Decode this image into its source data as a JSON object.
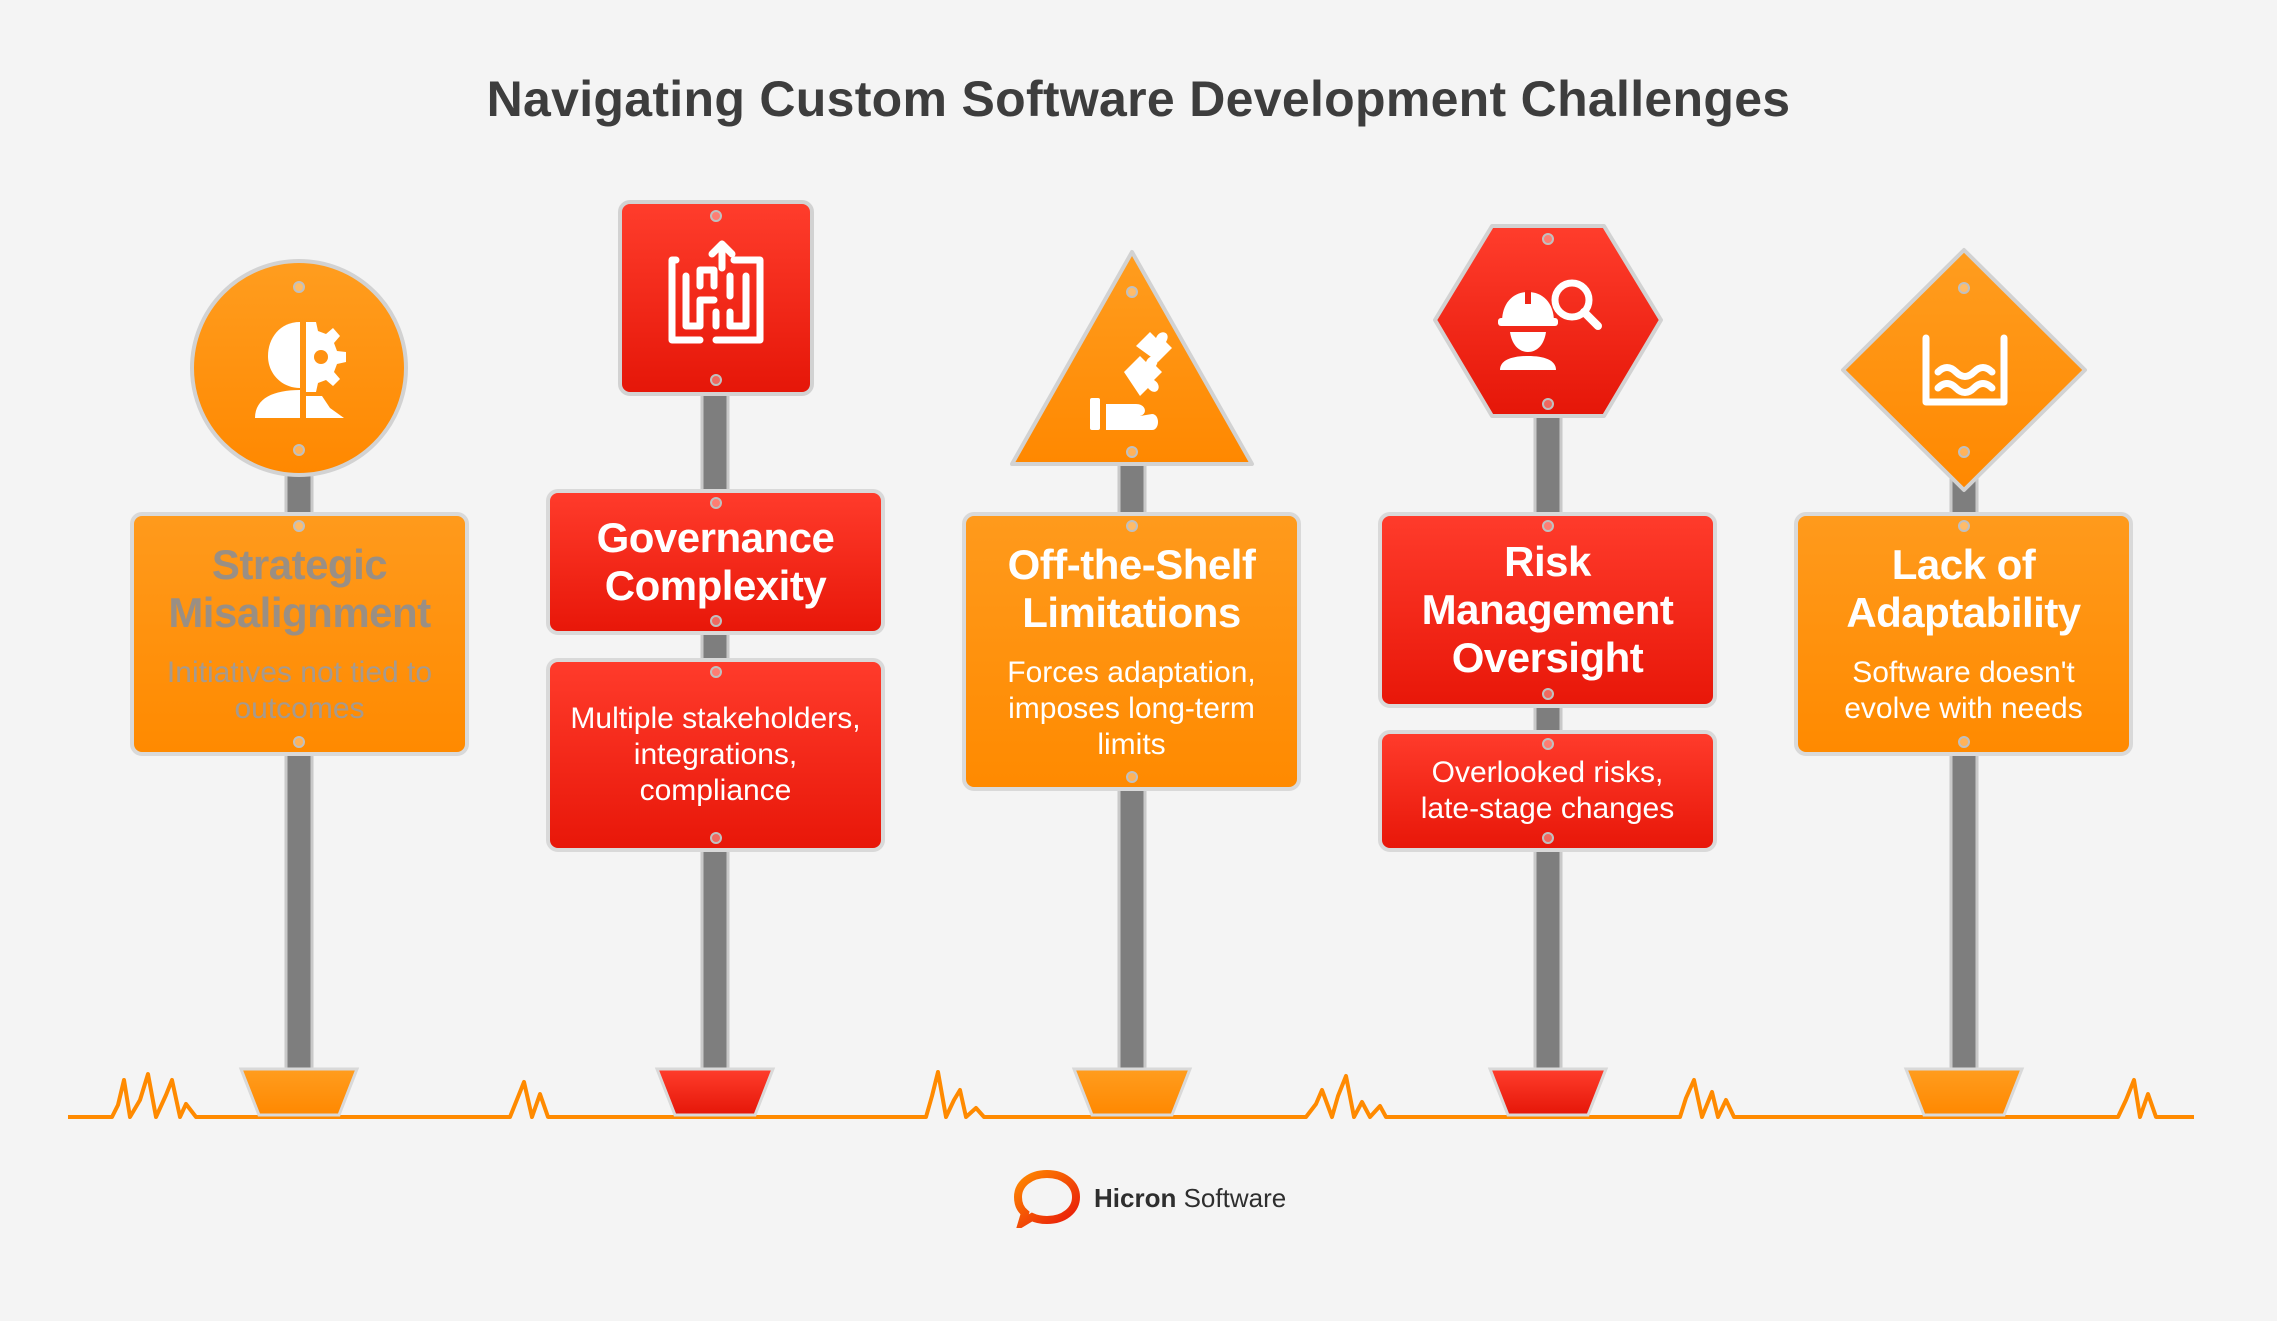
{
  "title": "Navigating Custom Software Development Challenges",
  "colors": {
    "orange": "#ff8f0a",
    "red": "#f02a1c",
    "pole": "#7e7e7e",
    "ground": "#ff8a00",
    "text": "#3d3d3d"
  },
  "signs": [
    {
      "title": "Strategic Misalignment",
      "description": "Initiatives not tied to outcomes",
      "icon": "person-gear-icon"
    },
    {
      "title": "Governance Complexity",
      "description": "Multiple stakeholders, integrations, compliance",
      "icon": "maze-icon"
    },
    {
      "title": "Off-the-Shelf Limitations",
      "description": "Forces adaptation, imposes long-term limits",
      "icon": "hand-puzzle-icon"
    },
    {
      "title": "Risk Management Oversight",
      "description": "Overlooked risks, late-stage changes",
      "icon": "worker-search-icon"
    },
    {
      "title": "Lack of Adaptability",
      "description": "Software doesn't evolve with needs",
      "icon": "water-container-icon"
    }
  ],
  "logo": {
    "brand": "Hicron",
    "suffix": "Software"
  }
}
